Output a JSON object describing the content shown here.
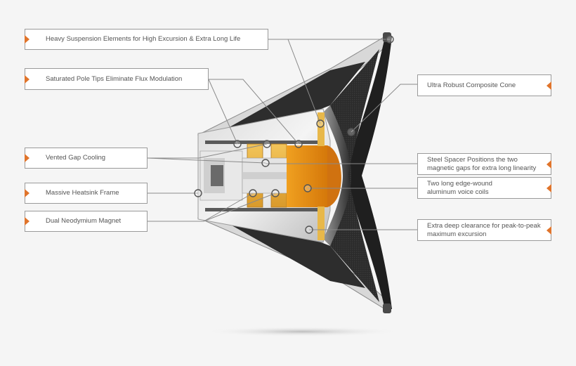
{
  "callouts": [
    {
      "id": "heavy-suspension",
      "text": "Heavy Suspension Elements for High Excursion & Extra Long Life"
    },
    {
      "id": "saturated-pole-tips",
      "text": "Saturated Pole Tips Eliminate Flux Modulation"
    },
    {
      "id": "vented-gap-cooling",
      "text": "Vented Gap Cooling"
    },
    {
      "id": "massive-heatsink-frame",
      "text": "Massive Heatsink Frame"
    },
    {
      "id": "dual-neodymium-magnet",
      "text": "Dual Neodymium Magnet"
    },
    {
      "id": "ultra-robust-cone",
      "text": "Ultra Robust Composite Cone"
    },
    {
      "id": "steel-spacer",
      "text": "Steel Spacer Positions the two\nmagnetic gaps for extra long linearity"
    },
    {
      "id": "voice-coils",
      "text": "Two long edge-wound\naluminum voice coils"
    },
    {
      "id": "extra-deep-clearance",
      "text": "Extra deep clearance for peak-to-peak\nmaximum excursion"
    }
  ],
  "colors": {
    "accent": "#e0742b",
    "magnet_gold": "#e0a63a",
    "voice_coil_orange": "#e68a12",
    "cone_dark": "#2e2e2e"
  }
}
